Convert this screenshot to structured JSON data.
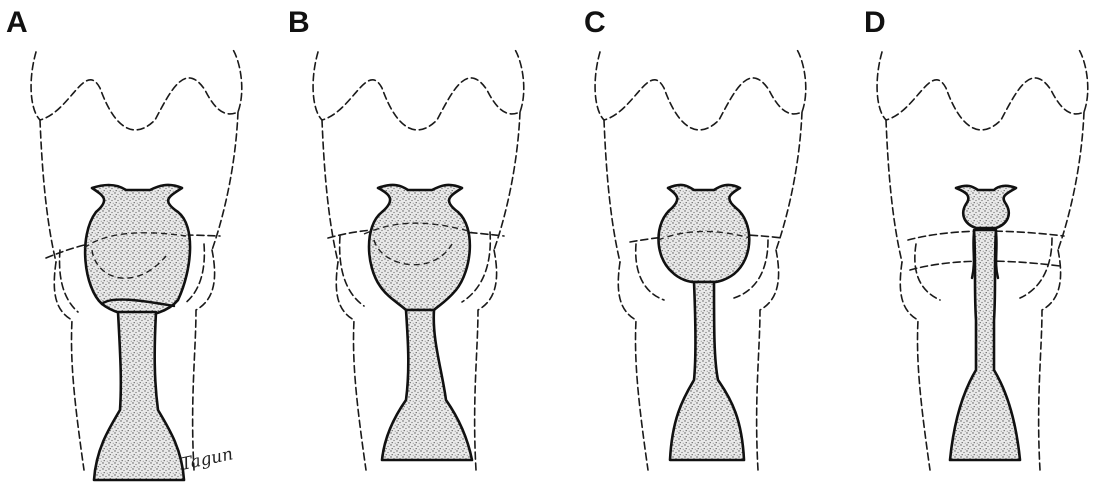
{
  "figure": {
    "panels": [
      {
        "label": "A",
        "variant": "A"
      },
      {
        "label": "B",
        "variant": "B"
      },
      {
        "label": "C",
        "variant": "C"
      },
      {
        "label": "D",
        "variant": "D"
      }
    ],
    "signature": "Tagun",
    "fill_color": "#bdbdbd",
    "line_color": "#111111"
  }
}
